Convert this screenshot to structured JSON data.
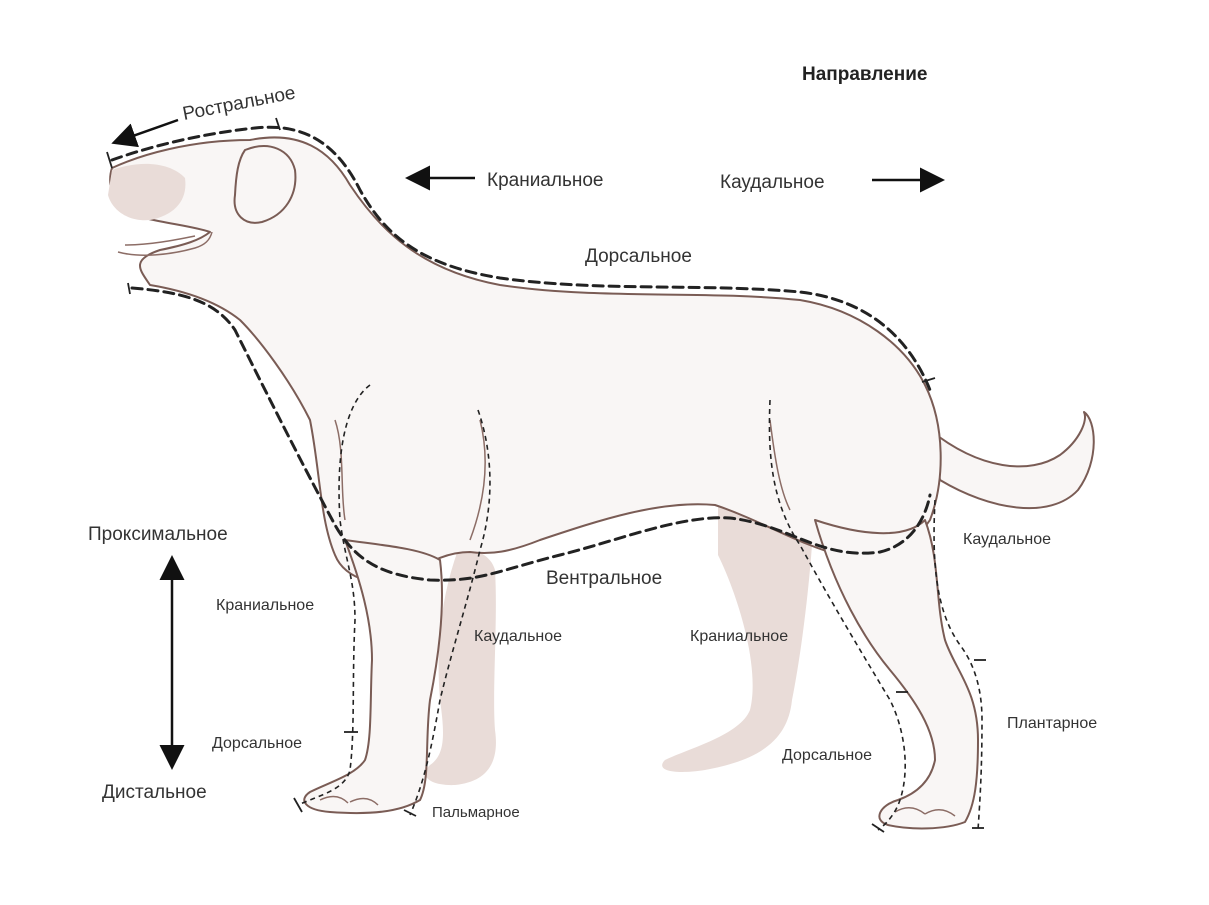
{
  "diagram": {
    "title": "Направление",
    "labels": {
      "rostral": "Ростральное",
      "cranial_top": "Краниальное",
      "caudal_top": "Каудальное",
      "dorsal_back": "Дорсальное",
      "proximal": "Проксимальное",
      "distal": "Дистальное",
      "cranial_foreleg": "Краниальное",
      "dorsal_forepaw": "Дорсальное",
      "caudal_foreleg": "Каудальное",
      "ventral": "Вентральное",
      "palmar": "Пальмарное",
      "cranial_hindleg": "Краниальное",
      "dorsal_hindpaw": "Дорсальное",
      "caudal_hindleg": "Каудальное",
      "plantar": "Плантарное"
    }
  }
}
